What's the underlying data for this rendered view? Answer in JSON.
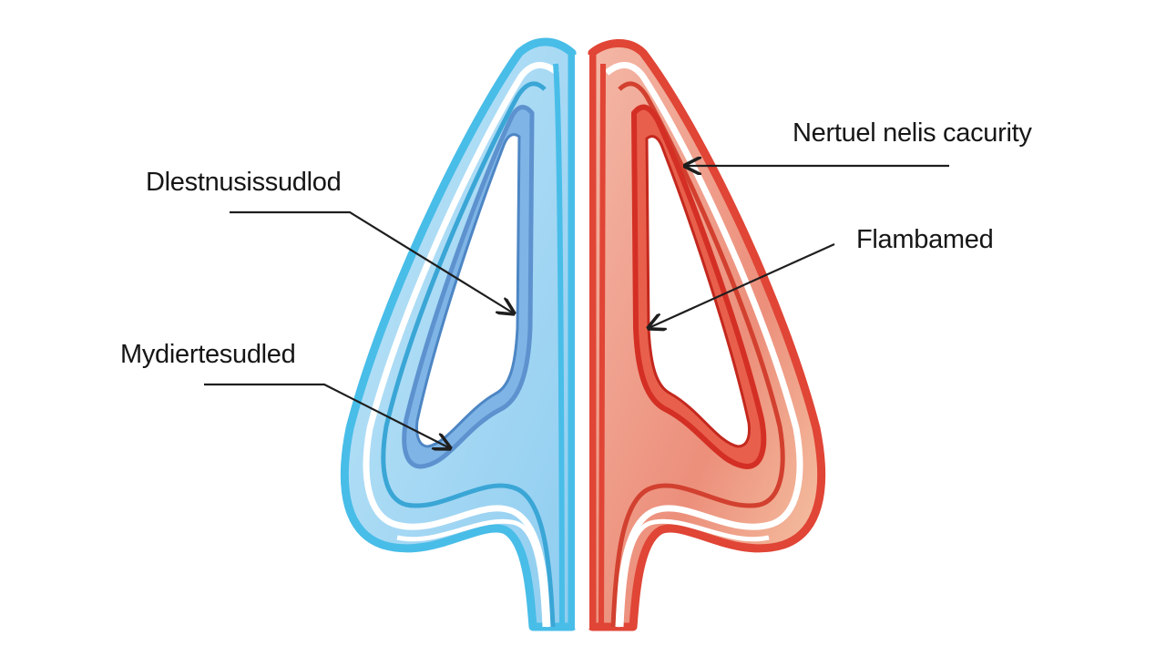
{
  "diagram": {
    "labels": {
      "top_left": "Dlestnusissudlod",
      "mid_left": "Mydiertesudled",
      "top_right": "Nertuel nelis cacurity",
      "mid_right": "Flambamed"
    }
  },
  "colors": {
    "blue_outline": "#48bde8",
    "blue_fill": "#a6d9f3",
    "blue_inner": "#6aa5df",
    "red_outline": "#e04536",
    "red_fill": "#efa28f",
    "red_inner": "#d9382d",
    "arrow": "#1e1e1e"
  }
}
